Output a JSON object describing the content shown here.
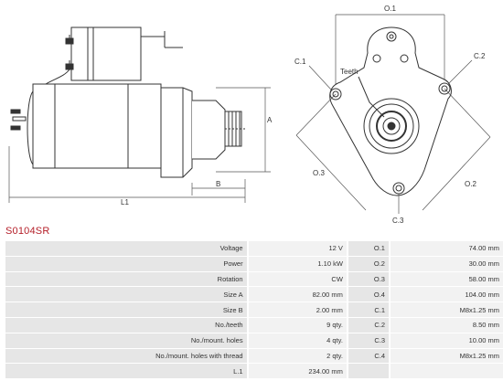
{
  "drawing": {
    "side_view_labels": {
      "dim_a": "A",
      "dim_b": "B",
      "dim_l1": "L1"
    },
    "front_view_labels": {
      "o1": "O.1",
      "o2": "O.2",
      "o3": "O.3",
      "c1": "C.1",
      "c2": "C.2",
      "c3": "C.3",
      "teeth": "Teeth"
    }
  },
  "part_number": "S0104SR",
  "specs": {
    "rows": [
      {
        "name": "Voltage",
        "value": "12 V",
        "dim": "O.1",
        "dim_value": "74.00 mm"
      },
      {
        "name": "Power",
        "value": "1.10 kW",
        "dim": "O.2",
        "dim_value": "30.00 mm"
      },
      {
        "name": "Rotation",
        "value": "CW",
        "dim": "O.3",
        "dim_value": "58.00 mm"
      },
      {
        "name": "Size A",
        "value": "82.00 mm",
        "dim": "O.4",
        "dim_value": "104.00 mm"
      },
      {
        "name": "Size B",
        "value": "2.00 mm",
        "dim": "C.1",
        "dim_value": "M8x1.25 mm"
      },
      {
        "name": "No./teeth",
        "value": "9 qty.",
        "dim": "C.2",
        "dim_value": "8.50 mm"
      },
      {
        "name": "No./mount. holes",
        "value": "4 qty.",
        "dim": "C.3",
        "dim_value": "10.00 mm"
      },
      {
        "name": "No./mount. holes with thread",
        "value": "2 qty.",
        "dim": "C.4",
        "dim_value": "M8x1.25 mm"
      },
      {
        "name": "L.1",
        "value": "234.00 mm",
        "dim": "",
        "dim_value": ""
      }
    ]
  }
}
